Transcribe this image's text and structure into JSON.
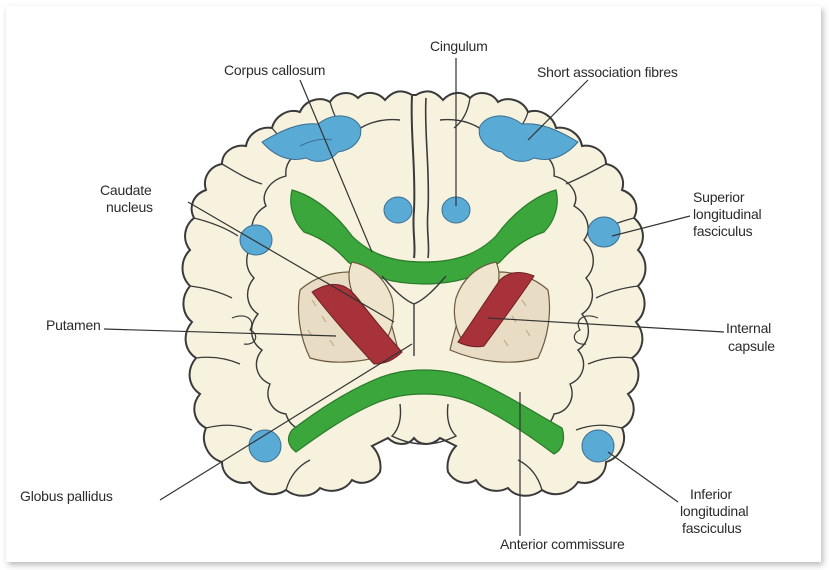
{
  "colors": {
    "background": "#ffffff",
    "brain_fill": "#f7f2de",
    "outline": "#3a3a3a",
    "association_fibres": "#5aaad6",
    "commissural_fibres": "#3ba63b",
    "internal_capsule": "#a8323a",
    "nuclei_fill": "#e9dcc4",
    "leader_line": "#333333"
  },
  "labels": {
    "cingulum": "Cingulum",
    "corpus_callosum": "Corpus callosum",
    "short_association_fibres": "Short association fibres",
    "caudate_nucleus_1": "Caudate",
    "caudate_nucleus_2": "nucleus",
    "superior_longitudinal_1": "Superior",
    "superior_longitudinal_2": "longitudinal",
    "superior_longitudinal_3": "fasciculus",
    "putamen": "Putamen",
    "internal_capsule_1": "Internal",
    "internal_capsule_2": "capsule",
    "globus_pallidus": "Globus pallidus",
    "anterior_commissure": "Anterior commissure",
    "inferior_longitudinal_1": "Inferior",
    "inferior_longitudinal_2": "longitudinal",
    "inferior_longitudinal_3": "fasciculus"
  }
}
